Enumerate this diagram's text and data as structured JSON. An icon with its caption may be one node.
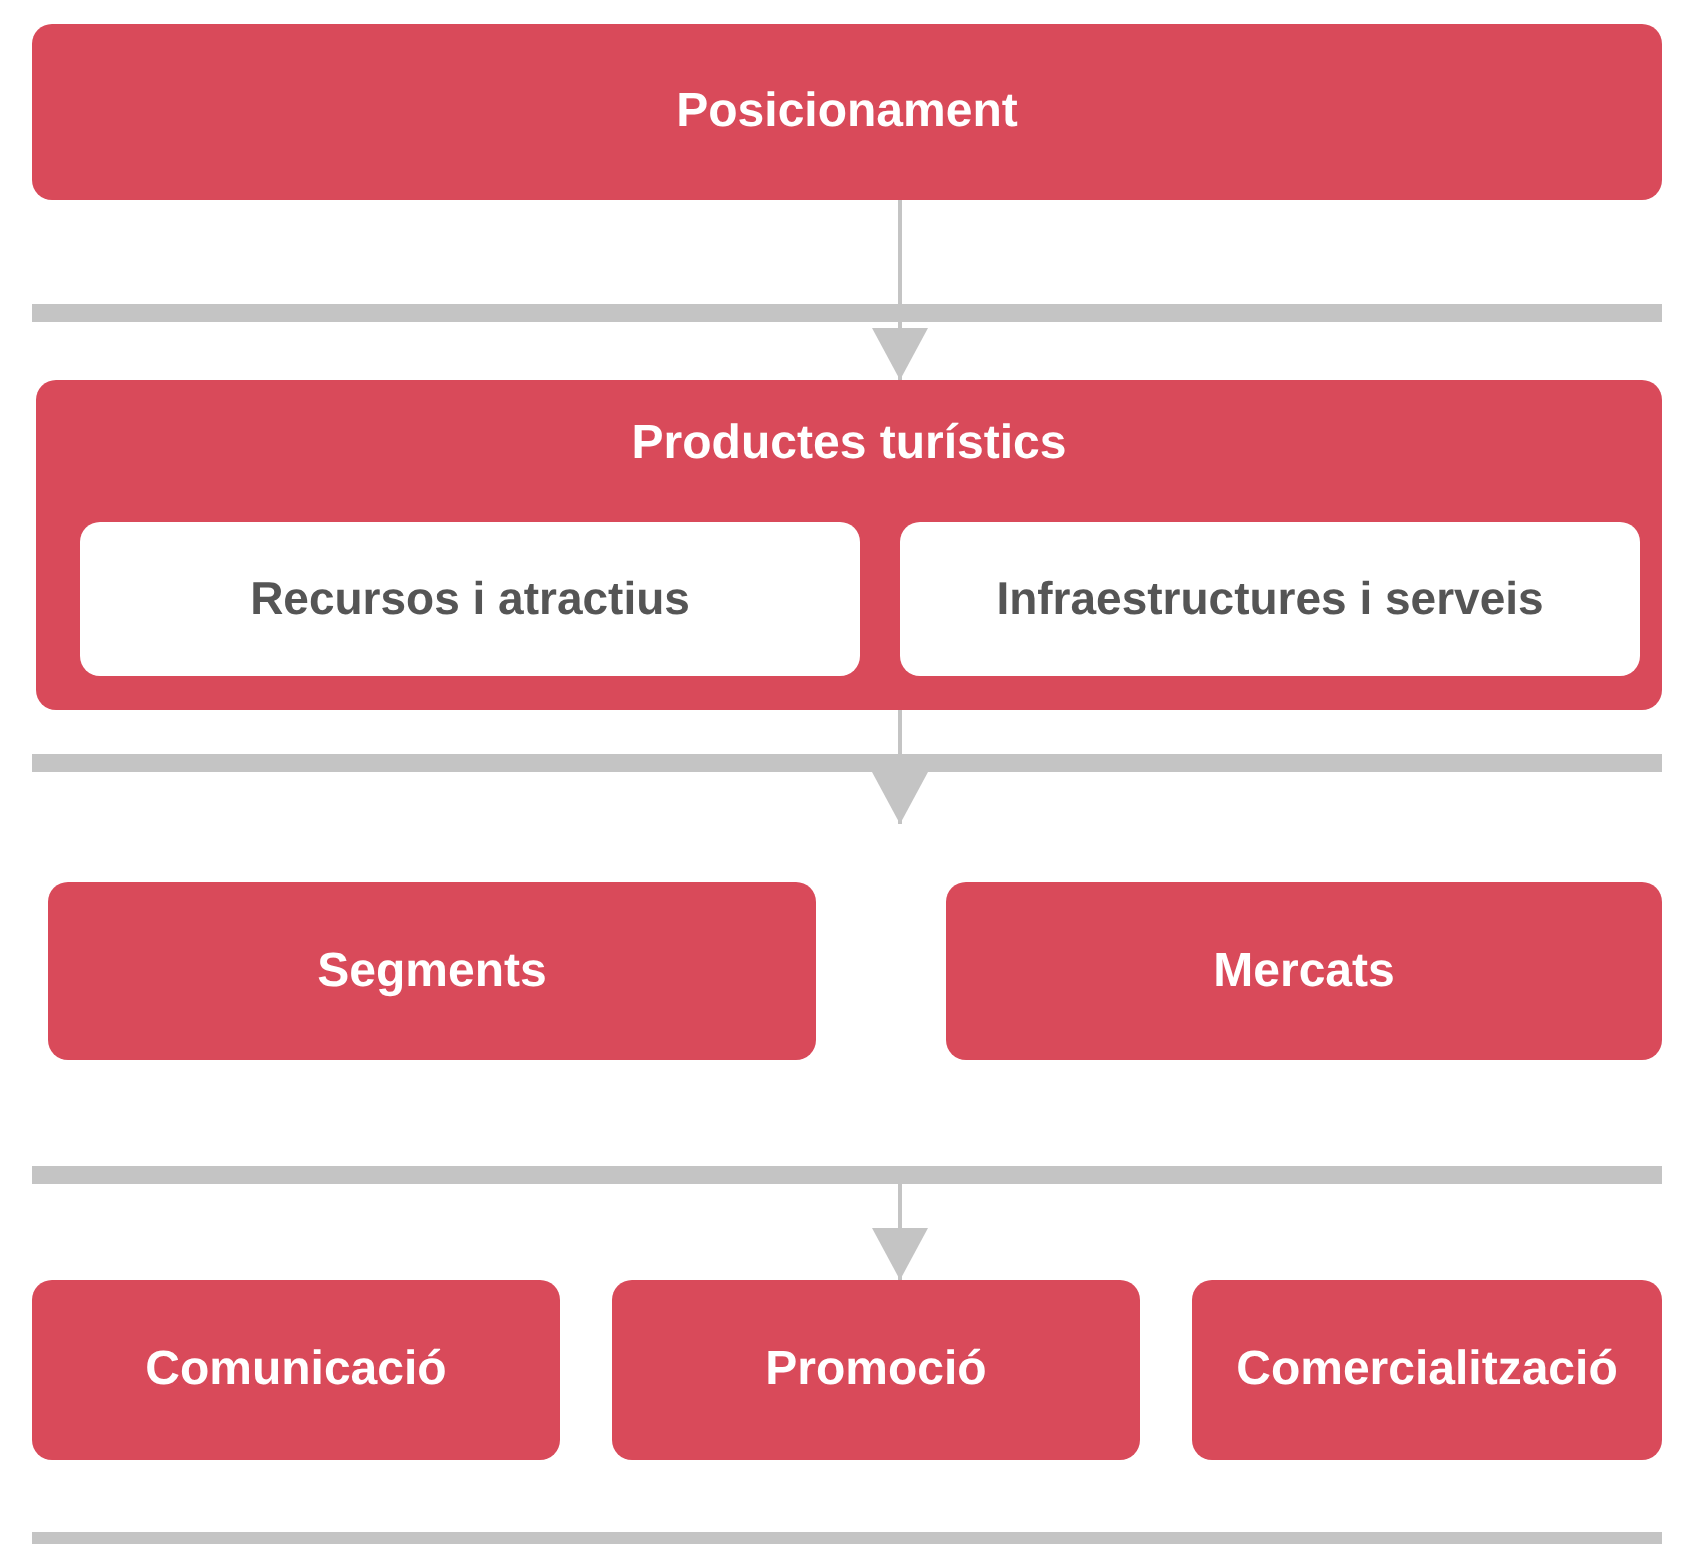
{
  "diagram": {
    "nodes": [
      {
        "text": [
          "Posicionament"
        ]
      },
      {
        "text": [
          "Productes turístics"
        ]
      },
      {
        "text": [
          "Recursos i atractius"
        ],
        "in": 1
      },
      {
        "text": [
          "Infraestructures i serveis"
        ],
        "in": 1
      },
      {
        "text": [
          "Segments"
        ]
      },
      {
        "text": [
          "Mercats"
        ]
      },
      {
        "text": [
          "Comunicació"
        ]
      },
      {
        "text": [
          "Promoció"
        ]
      },
      {
        "text": [
          "Comercialització"
        ]
      }
    ],
    "edges": [
      {
        "from": 0,
        "to": 1,
        "arrow": "to"
      },
      {
        "from": 1,
        "to": null,
        "arrow": "to"
      },
      {
        "from": null,
        "to": 7,
        "arrow": "to"
      }
    ]
  }
}
